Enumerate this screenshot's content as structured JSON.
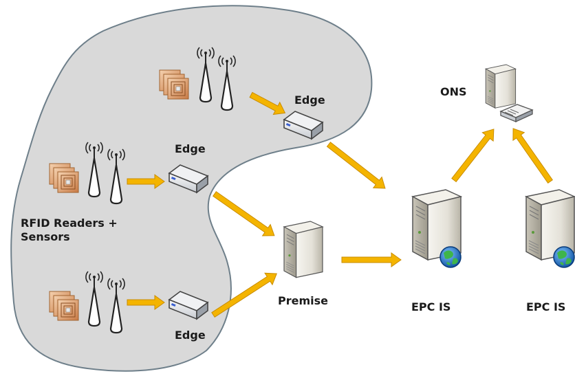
{
  "labels": {
    "edge_top": "Edge",
    "edge_middle": "Edge",
    "edge_bottom": "Edge",
    "premise": "Premise",
    "ons": "ONS",
    "epc_is_1": "EPC IS",
    "epc_is_2": "EPC IS",
    "rfid_readers_line1": "RFID Readers +",
    "rfid_readers_line2": "Sensors"
  },
  "colors": {
    "region_fill": "#d9d9d9",
    "region_stroke": "#6e7f8a",
    "arrow": "#f4b400",
    "arrow_outline": "#c98c00",
    "server_body": "#e8e6df",
    "globe": "#1f6fc4"
  }
}
